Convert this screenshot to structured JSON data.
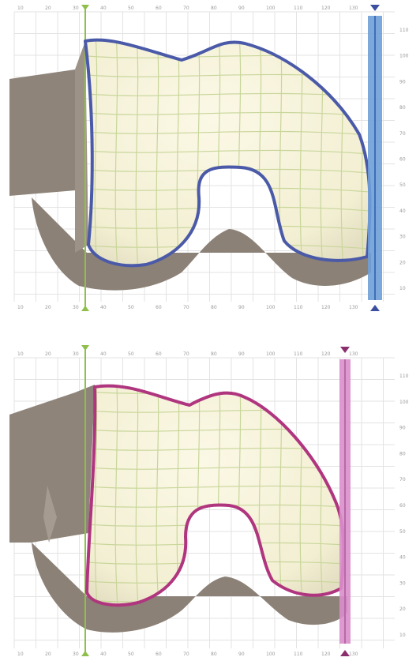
{
  "figure": {
    "panels": [
      {
        "id": "top",
        "outline_color": "#4a5aa8",
        "bar_color": "#6f9fd8",
        "marker_color": "#3b4f9e",
        "x_ticks": [
          "10",
          "20",
          "30",
          "40",
          "50",
          "60",
          "70",
          "80",
          "90",
          "100",
          "110",
          "120",
          "130"
        ],
        "y_ticks": [
          "110",
          "100",
          "90",
          "80",
          "70",
          "60",
          "50",
          "40",
          "30",
          "20",
          "10"
        ]
      },
      {
        "id": "bottom",
        "outline_color": "#b0357f",
        "bar_color": "#d98fcb",
        "marker_color": "#8a2f6e",
        "x_ticks": [
          "10",
          "20",
          "30",
          "40",
          "50",
          "60",
          "70",
          "80",
          "90",
          "100",
          "110",
          "120",
          "130"
        ],
        "y_ticks": [
          "110",
          "100",
          "90",
          "80",
          "70",
          "60",
          "50",
          "40",
          "30",
          "20",
          "10"
        ]
      }
    ],
    "colors": {
      "bone": "#8e847a",
      "cartilage": "#f7f3dc",
      "surface_grid": "#c8d69a",
      "background_grid": "#e3e3e3",
      "reference_line": "#8fbf4a"
    }
  }
}
